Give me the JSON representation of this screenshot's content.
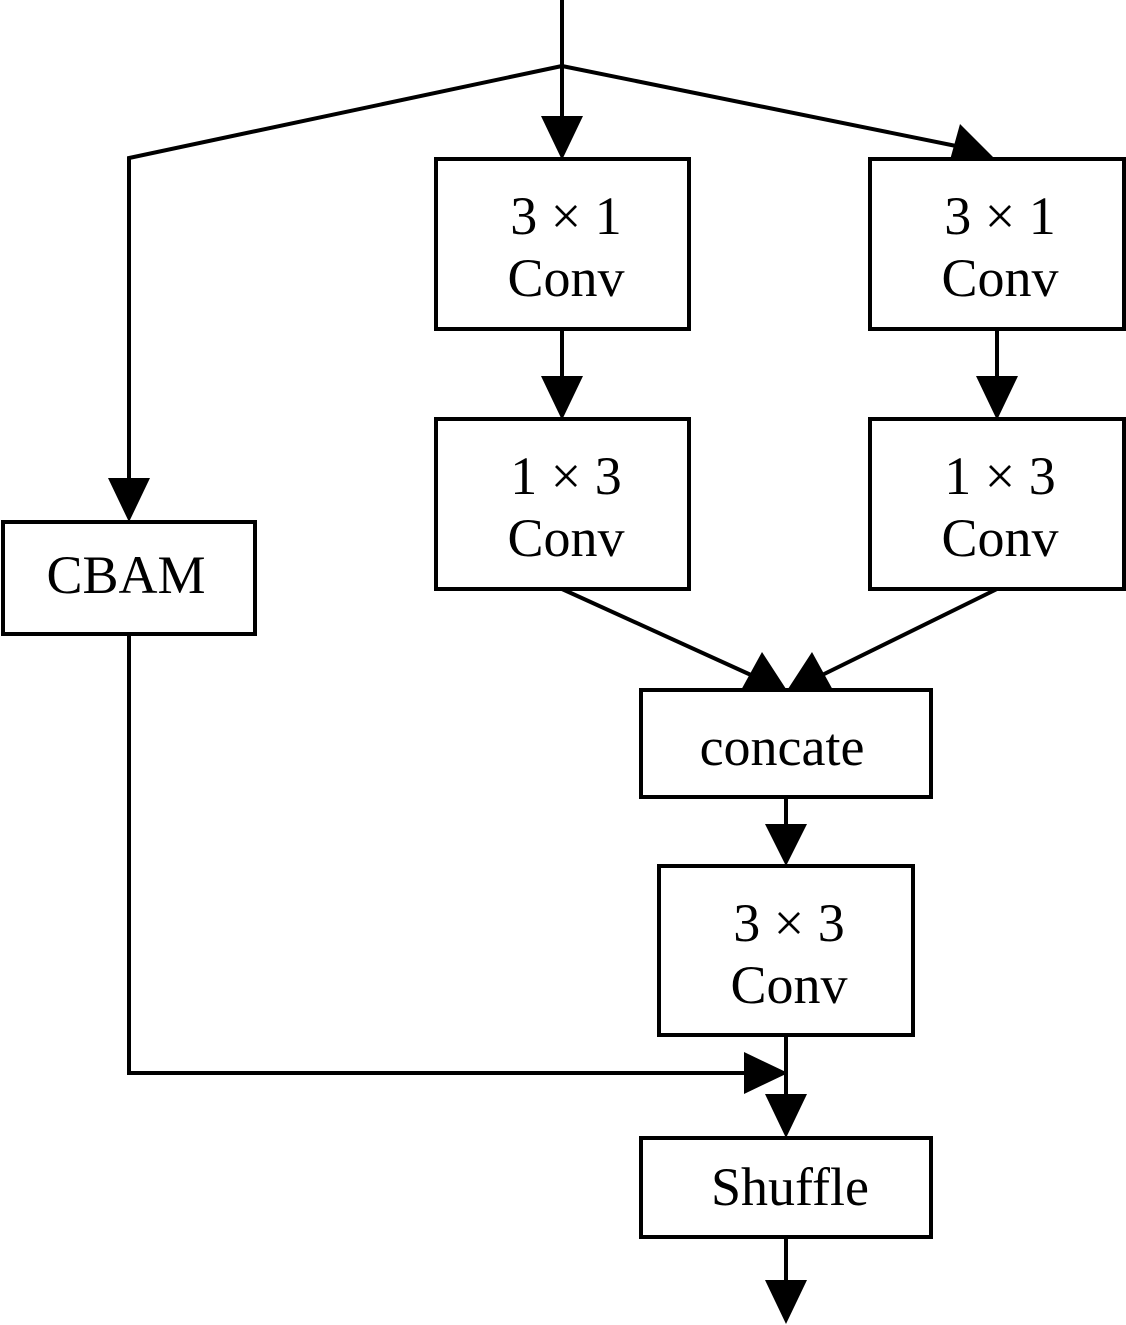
{
  "diagram": {
    "nodes": {
      "cbam": {
        "lines": [
          "CBAM"
        ]
      },
      "conv_3x1_a": {
        "lines": [
          "3 × 1",
          "Conv"
        ]
      },
      "conv_3x1_b": {
        "lines": [
          "3 × 1",
          "Conv"
        ]
      },
      "conv_1x3_a": {
        "lines": [
          "1 × 3",
          "Conv"
        ]
      },
      "conv_1x3_b": {
        "lines": [
          "1 × 3",
          "Conv"
        ]
      },
      "concate": {
        "lines": [
          "concate"
        ]
      },
      "conv_3x3": {
        "lines": [
          "3 × 3",
          "Conv"
        ]
      },
      "shuffle": {
        "lines": [
          "Shuffle"
        ]
      }
    },
    "edges": [
      {
        "from": "input",
        "to": "cbam"
      },
      {
        "from": "input",
        "to": "conv_3x1_a"
      },
      {
        "from": "input",
        "to": "conv_3x1_b"
      },
      {
        "from": "conv_3x1_a",
        "to": "conv_1x3_a"
      },
      {
        "from": "conv_3x1_b",
        "to": "conv_1x3_b"
      },
      {
        "from": "conv_1x3_a",
        "to": "concate"
      },
      {
        "from": "conv_1x3_b",
        "to": "concate"
      },
      {
        "from": "concate",
        "to": "conv_3x3"
      },
      {
        "from": "conv_3x3",
        "to": "shuffle"
      },
      {
        "from": "cbam",
        "to": "shuffle"
      },
      {
        "from": "shuffle",
        "to": "output"
      }
    ],
    "colors": {
      "stroke": "#000000",
      "background": "#ffffff"
    }
  }
}
